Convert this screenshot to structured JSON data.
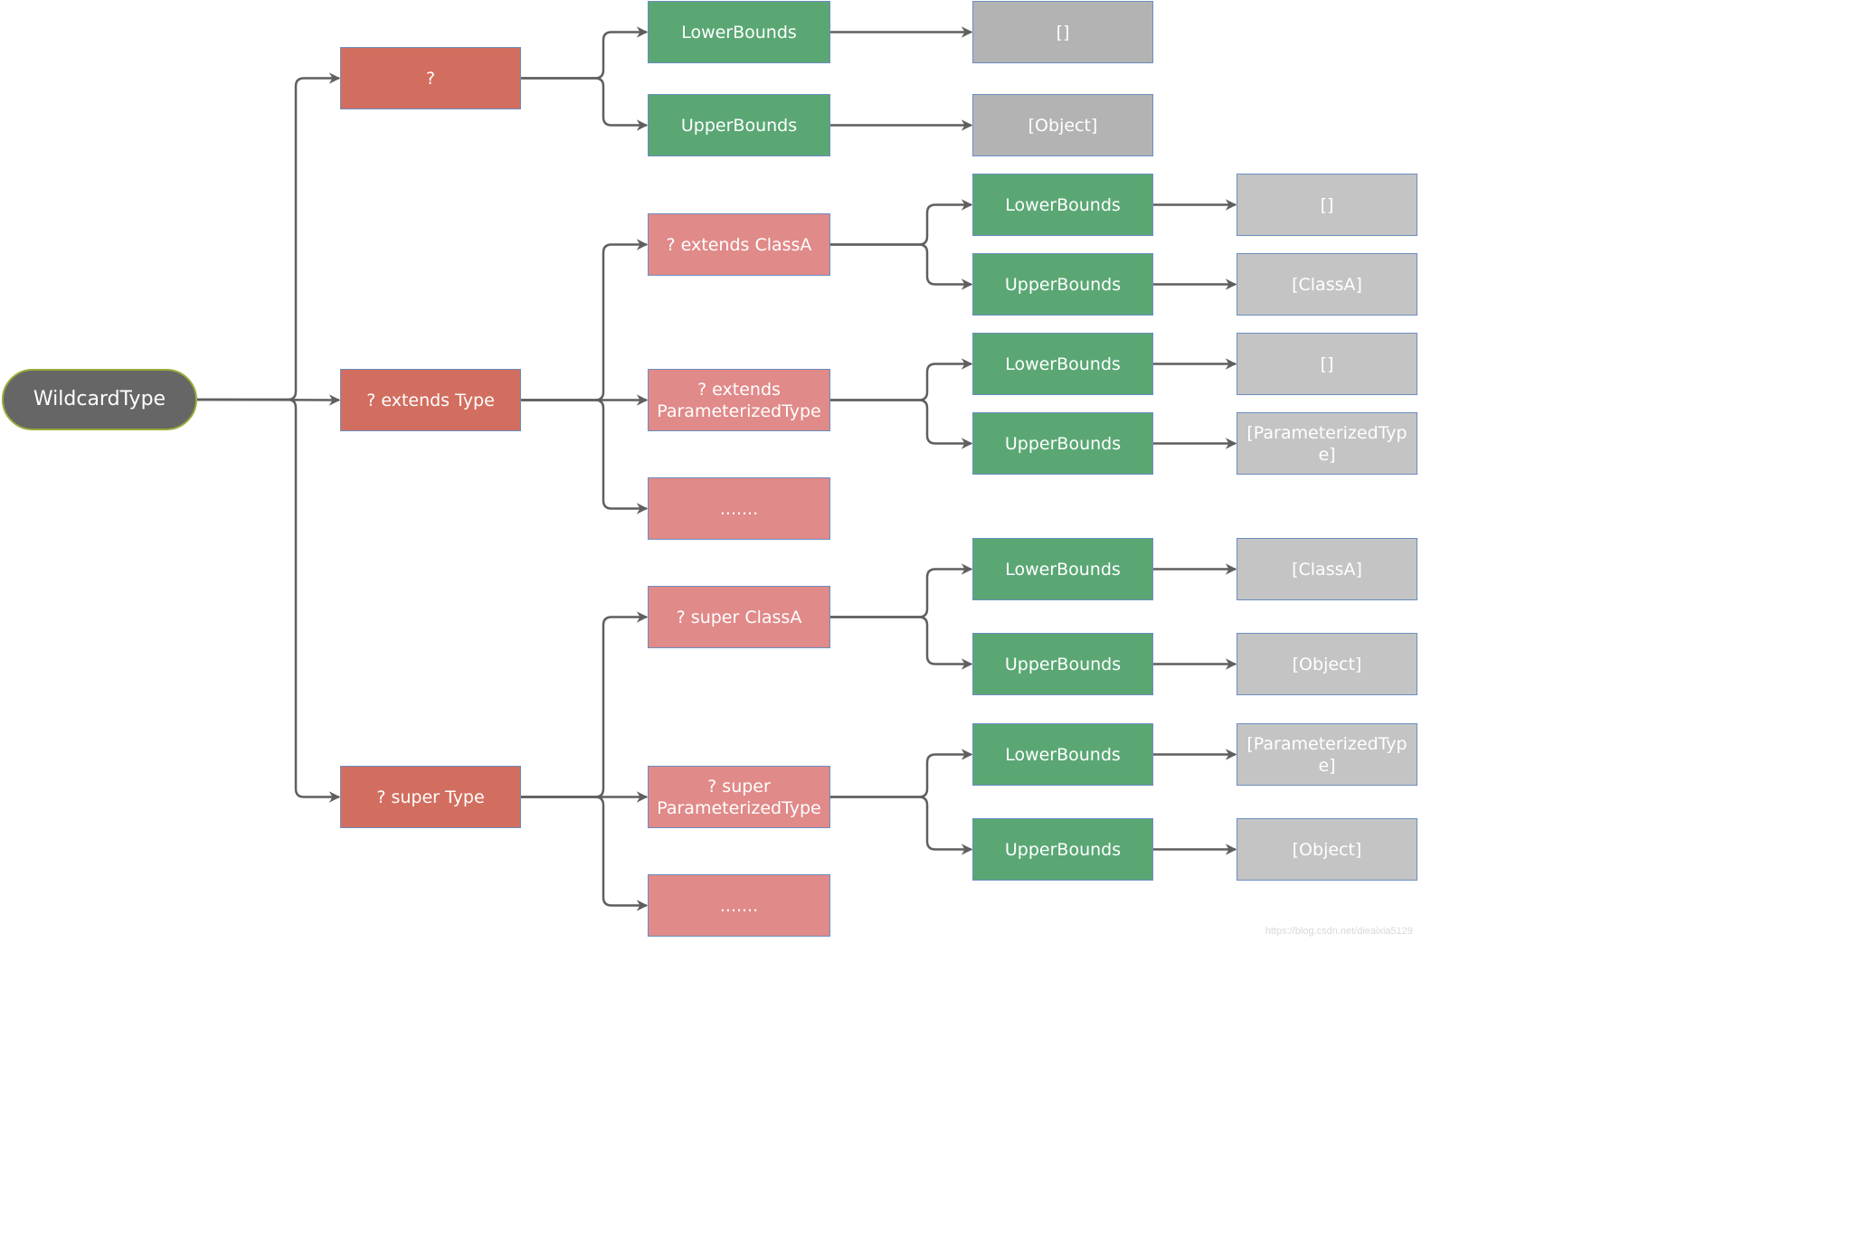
{
  "root": {
    "label": "WildcardType"
  },
  "kinds": {
    "unbounded": {
      "label": "?"
    },
    "extends": {
      "label": "? extends Type"
    },
    "super": {
      "label": "? super Type"
    }
  },
  "variants": {
    "extends_classa": {
      "label": "? extends ClassA"
    },
    "extends_parameterized": {
      "label": "? extends\nParameterizedType"
    },
    "extends_more": {
      "label": "......."
    },
    "super_classa": {
      "label": "? super ClassA"
    },
    "super_parameterized": {
      "label": "? super\nParameterizedType"
    },
    "super_more": {
      "label": "......."
    }
  },
  "bounds": {
    "unbounded_lower": "LowerBounds",
    "unbounded_upper": "UpperBounds",
    "extends_classa_lower": "LowerBounds",
    "extends_classa_upper": "UpperBounds",
    "extends_parameterized_lower": "LowerBounds",
    "extends_parameterized_upper": "UpperBounds",
    "super_classa_lower": "LowerBounds",
    "super_classa_upper": "UpperBounds",
    "super_parameterized_lower": "LowerBounds",
    "super_parameterized_upper": "UpperBounds"
  },
  "values": {
    "unbounded_lower": "[]",
    "unbounded_upper": "[Object]",
    "extends_classa_lower": "[]",
    "extends_classa_upper": "[ClassA]",
    "extends_parameterized_lower": "[]",
    "extends_parameterized_upper": "[ParameterizedTyp\ne]",
    "super_classa_lower": "[ClassA]",
    "super_classa_upper": "[Object]",
    "super_parameterized_lower": "[ParameterizedTyp\ne]",
    "super_parameterized_upper": "[Object]"
  },
  "colors": {
    "root_fill": "#666666",
    "kind_fill": "#d26e5f",
    "variant_fill": "#e08a89",
    "bound_fill": "#5aa774",
    "value_fill": "#b3b3b3",
    "connector": "#5f5f5f"
  },
  "watermark": "https://blog.csdn.net/dieaixia5129"
}
